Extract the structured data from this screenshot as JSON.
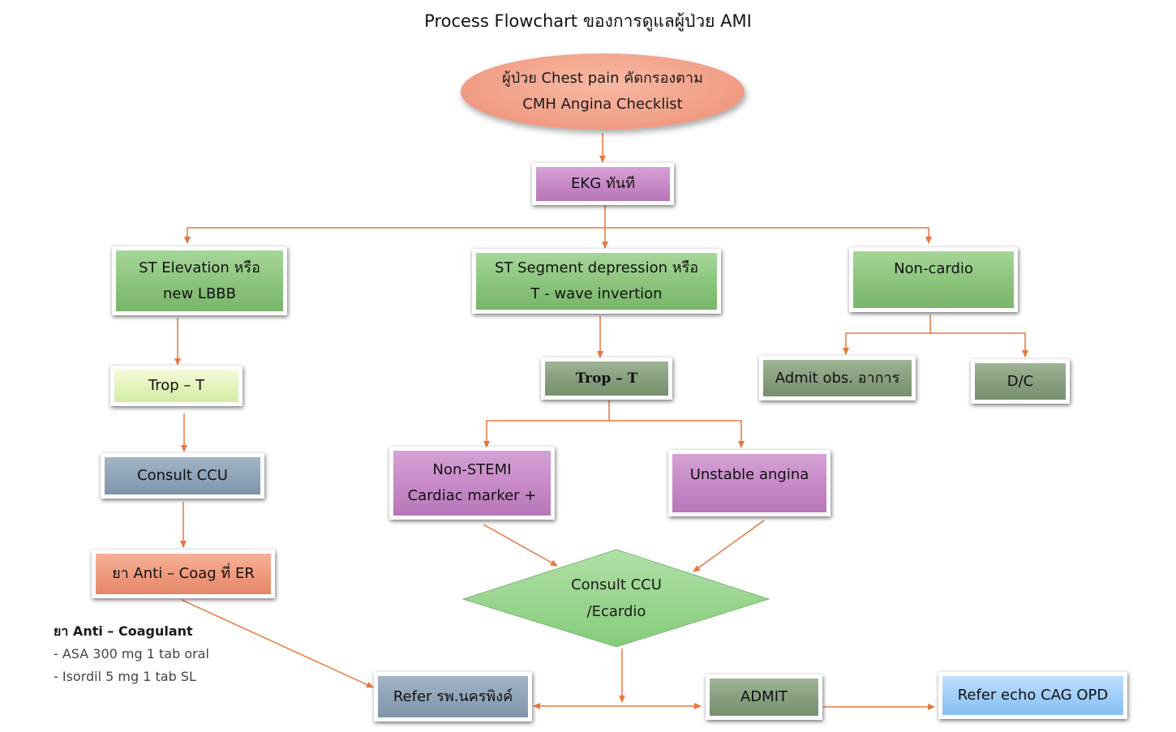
{
  "title": "Process Flowchart ของการดูแลผู้ป่วย AMI",
  "nodes": {
    "start": {
      "line1": "ผู้ป่วย Chest pain คัดกรองตาม",
      "line2": "CMH Angina Checklist"
    },
    "ekg": {
      "label": "EKG ทันที"
    },
    "st_elevation": {
      "line1": "ST Elevation หรือ",
      "line2": "new LBBB"
    },
    "st_depression": {
      "line1": "ST Segment depression หรือ",
      "line2": "T - wave invertion"
    },
    "non_cardio": {
      "label": "Non-cardio"
    },
    "trop_left": {
      "label": "Trop – T"
    },
    "trop_middle": {
      "label": "Trop – T"
    },
    "admit_obs": {
      "label": "Admit obs. อาการ"
    },
    "dc": {
      "label": "D/C"
    },
    "consult_ccu_left": {
      "label": "Consult CCU"
    },
    "non_stemi": {
      "line1": "Non-STEMI",
      "line2": "Cardiac marker +"
    },
    "unstable_angina": {
      "label": "Unstable angina"
    },
    "anti_coag_er": {
      "label": "ยา  Anti – Coag ที่ ER"
    },
    "consult_decision": {
      "line1": "Consult CCU",
      "line2": "/Ecardio"
    },
    "refer_hospital": {
      "label": "Refer รพ.นครพิงค์"
    },
    "admit": {
      "label": "ADMIT"
    },
    "refer_echo": {
      "label": "Refer echo CAG OPD"
    }
  },
  "note": {
    "heading": "ยา  Anti – Coagulant",
    "items": [
      "- ASA 300 mg 1 tab oral",
      "- Isordil  5 mg 1 tab  SL"
    ]
  },
  "colors": {
    "arrow": "#e8773e",
    "start": "#f2a088",
    "green": "#8ac47b",
    "purple": "#c688c6",
    "dark_green": "#869e7d",
    "light_green": "#e2f3bb",
    "steel": "#8ea3b7",
    "salmon": "#ef987c",
    "sky_blue": "#9fcdf8",
    "diamond": "#93d48a"
  }
}
